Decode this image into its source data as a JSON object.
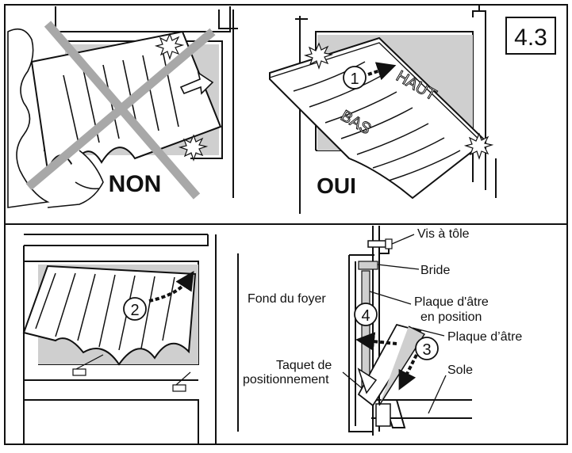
{
  "figure_number": "4.3",
  "panels": {
    "wrong": {
      "verdict": "NON"
    },
    "right": {
      "verdict": "OUI",
      "step": "1",
      "top_word": "HAUT",
      "bottom_word": "BAS"
    },
    "tilt": {
      "step": "2"
    },
    "section": {
      "step_slide": "3",
      "step_lift": "4",
      "labels": {
        "screw": "Vis à tôle",
        "flange": "Bride",
        "back": "Fond du foyer",
        "plate_placed_1": "Plaque d'âtre",
        "plate_placed_2": "en position",
        "plate": "Plaque d’âtre",
        "stop_1": "Taquet de",
        "stop_2": "positionnement",
        "floor": "Sole"
      }
    }
  },
  "colors": {
    "ink": "#111111",
    "grey_fill": "#cfcfcf",
    "cross": "#a8a8a8"
  }
}
